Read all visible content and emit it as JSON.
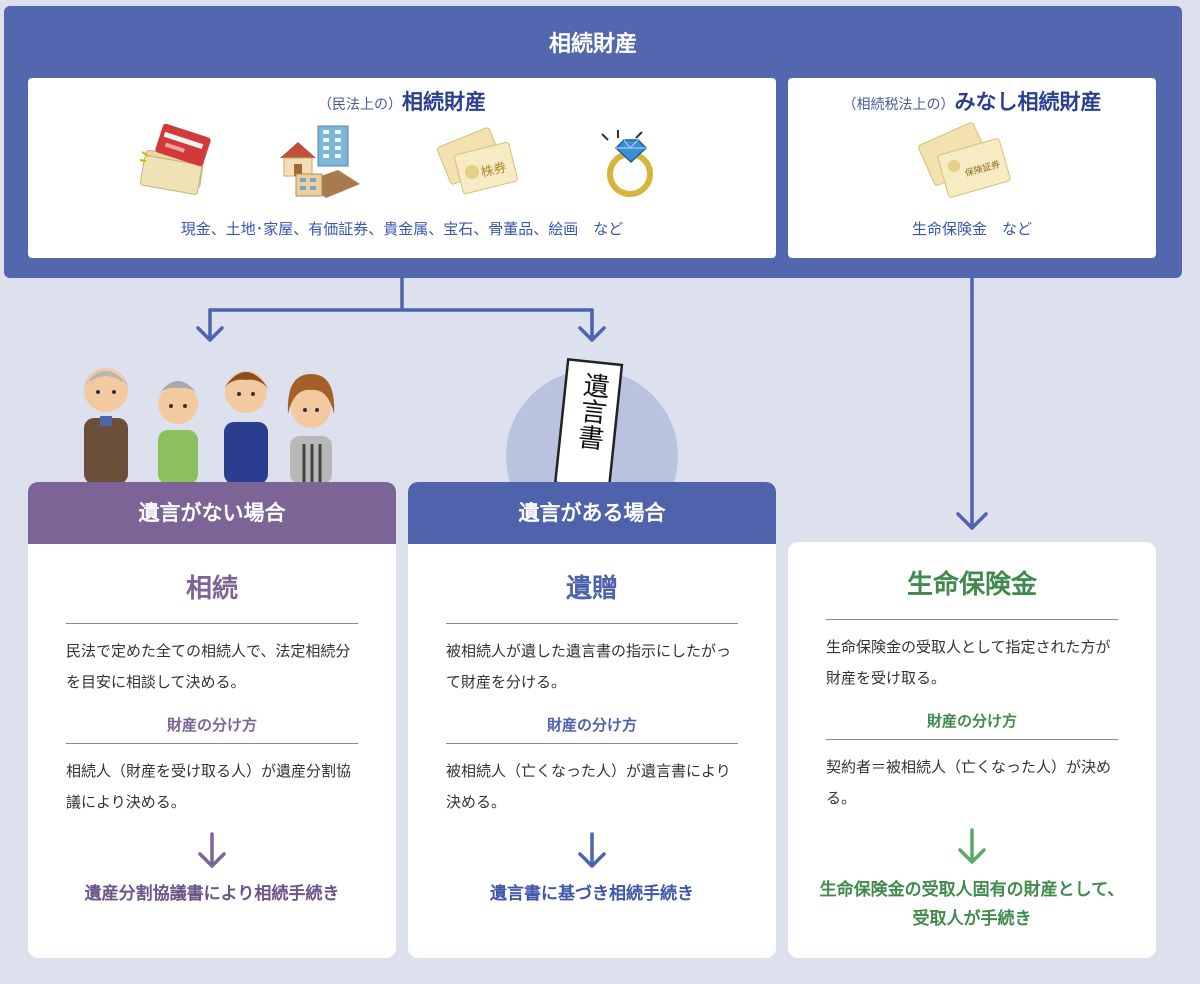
{
  "colors": {
    "banner_blue": "#5267ad",
    "purple": "#7c6596",
    "blue": "#4f63ad",
    "green": "#3f8a4c",
    "background": "#dde1ee"
  },
  "top": {
    "title": "相続財産",
    "civil": {
      "prefix": "（民法上の）",
      "title": "相続財産",
      "caption": "現金、土地･家屋、有価証券、貴金属、宝石、骨董品、絵画　など",
      "icons": [
        "cash-and-card-icon",
        "land-house-icon",
        "securities-icon",
        "jewelry-ring-icon"
      ],
      "securities_label": "株券"
    },
    "deemed": {
      "prefix": "（相続税法上の）",
      "title": "みなし相続財産",
      "caption": "生命保険金　など",
      "icons": [
        "insurance-certificate-icon"
      ],
      "certificate_label": "保険証券"
    }
  },
  "will_document": {
    "text": "遺言書"
  },
  "cards": {
    "no_will": {
      "header": "遺言がない場合",
      "title": "相続",
      "desc": "民法で定めた全ての相続人で、法定相続分を目安に相談して決める。",
      "sub": "財産の分け方",
      "method": "相続人（財産を受け取る人）が遺産分割協議により決める。",
      "result": "遺産分割協議書により相続手続き"
    },
    "with_will": {
      "header": "遺言がある場合",
      "title": "遺贈",
      "desc": "被相続人が遺した遺言書の指示にしたがって財産を分ける。",
      "sub": "財産の分け方",
      "method": "被相続人（亡くなった人）が遺言書により決める。",
      "result": "遺言書に基づき相続手続き"
    },
    "insurance": {
      "title": "生命保険金",
      "desc": "生命保険金の受取人として指定された方が財産を受け取る。",
      "sub": "財産の分け方",
      "method": "契約者＝被相続人（亡くなった人）が決める。",
      "result_line1": "生命保険金の受取人固有の財産として、",
      "result_line2": "受取人が手続き"
    }
  }
}
